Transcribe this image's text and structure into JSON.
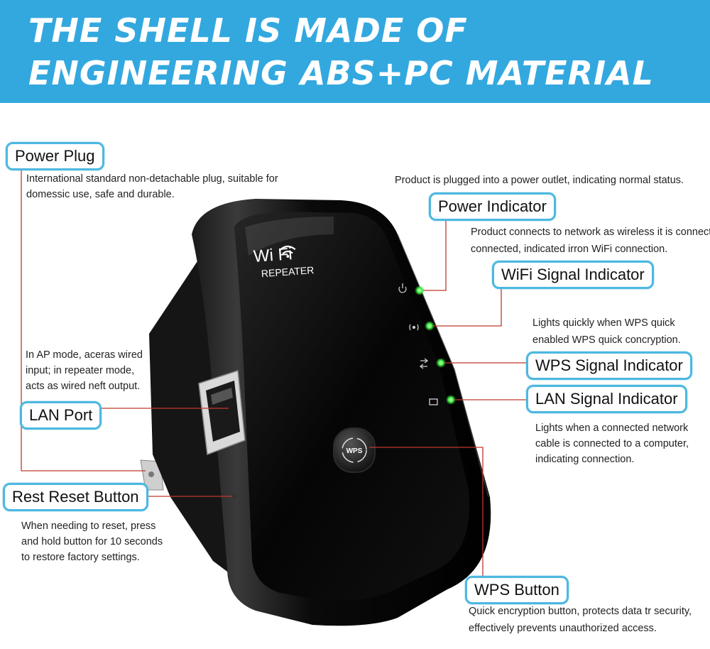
{
  "banner": {
    "line1": "THE SHELL IS MADE OF",
    "line2": "ENGINEERING ABS+PC MATERIAL"
  },
  "device": {
    "brand": "Wi  Fi",
    "model": "REPEATER",
    "wps_button": "WPS"
  },
  "callouts": {
    "power_plug": {
      "label": "Power Plug",
      "desc": "International standard non-detachable plug, suitable for domessic use, safe and durable."
    },
    "power_indicator": {
      "label": "Power Indicator",
      "desc": "Product is plugged into a power outlet, indicating normal status."
    },
    "wifi_indicator": {
      "label": "WiFi Signal Indicator",
      "desc_line1": "Product connects to network as wireless it is connected",
      "desc_line2": "connected, indicated irron WiFi connection."
    },
    "wps_indicator": {
      "label": "WPS Signal Indicator",
      "desc_line1": "Lights quickly when WPS quick",
      "desc_line2": "enabled WPS quick concryption."
    },
    "lan_indicator": {
      "label": "LAN Signal Indicator",
      "desc": "Lights when a connected network cable is connected to a computer, indicating connection."
    },
    "lan_port": {
      "label": "LAN Port",
      "desc": "In AP mode, aceras wired input; in repeater mode, acts as wired neft output."
    },
    "reset_button": {
      "label": "Rest Reset Button",
      "desc": "When needing to reset, press and hold button for 10 seconds to restore factory settings."
    },
    "wps_button": {
      "label": "WPS Button",
      "desc_line1": "Quick encryption button, protects data tr security,",
      "desc_line2": "effectively prevents unauthorized access."
    }
  },
  "colors": {
    "banner": "#33a8df",
    "label_border": "#4db8e0",
    "leader_line": "#c0392b",
    "led": "#39e639",
    "device_body": "#0c0c0c"
  }
}
